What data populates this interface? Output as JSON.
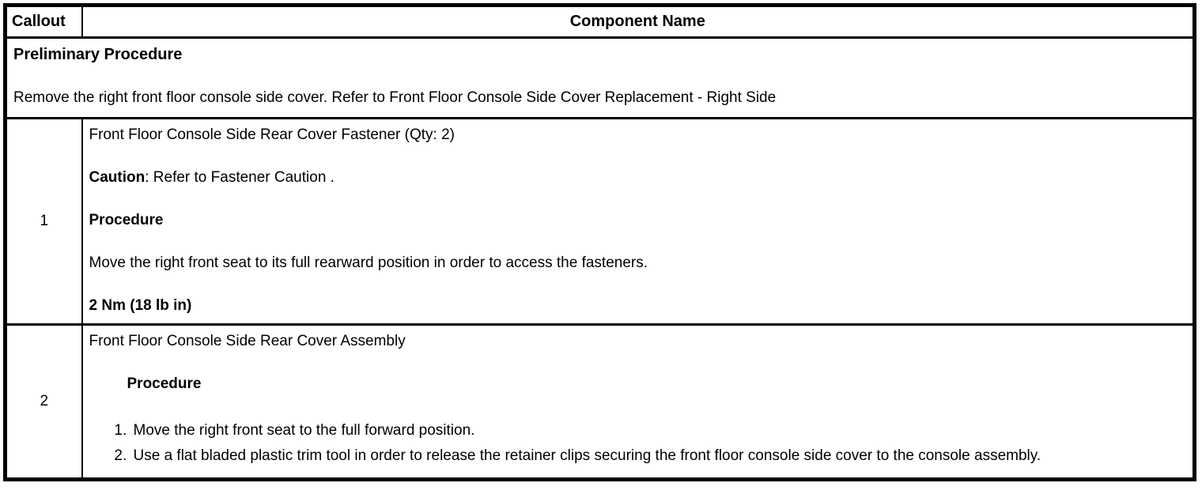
{
  "table": {
    "header": {
      "callout": "Callout",
      "component": "Component Name"
    },
    "preliminary": {
      "title": "Preliminary Procedure",
      "text": "Remove the right front floor console side cover. Refer to Front Floor Console Side Cover Replacement - Right Side"
    },
    "rows": [
      {
        "callout": "1",
        "name": "Front Floor Console Side Rear Cover Fastener (Qty: 2)",
        "caution_label": "Caution",
        "caution_rest": ": Refer to Fastener Caution .",
        "procedure_label": "Procedure",
        "procedure_text": "Move the right front seat to its full rearward position in order to access the fasteners.",
        "torque": "2 Nm (18 lb in)"
      },
      {
        "callout": "2",
        "name": "Front Floor Console Side Rear Cover Assembly",
        "procedure_label": "Procedure",
        "steps": [
          "Move the right front seat to the full forward position.",
          "Use a flat bladed plastic trim tool in order to release the retainer clips securing the front floor console side cover to the console assembly."
        ]
      }
    ]
  },
  "colors": {
    "border": "#000000",
    "text": "#000000",
    "background": "#ffffff"
  }
}
